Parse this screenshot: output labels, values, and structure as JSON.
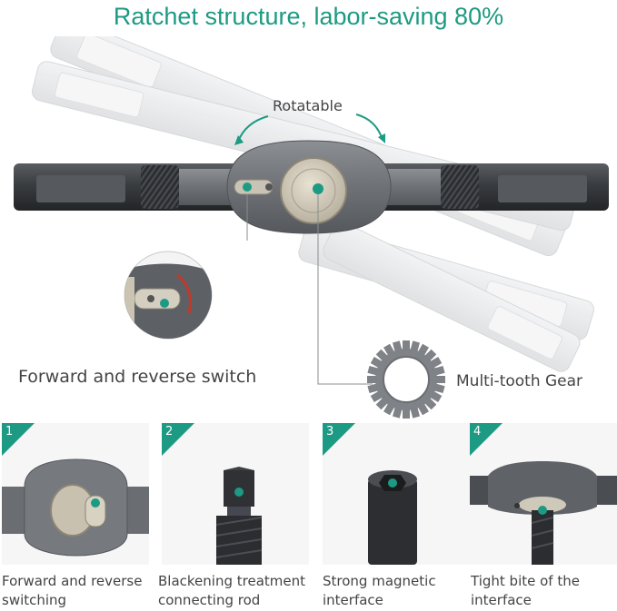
{
  "title": "Ratchet structure, labor-saving 80%",
  "labels": {
    "rotatable": "Rotatable",
    "forward_reverse_switch": "Forward and reverse switch",
    "multi_tooth_gear": "Multi-tooth Gear"
  },
  "features": [
    {
      "number": "1",
      "caption_line1": "Forward and reverse",
      "caption_line2": "switching"
    },
    {
      "number": "2",
      "caption_line1": "Blackening treatment",
      "caption_line2": "connecting rod"
    },
    {
      "number": "3",
      "caption_line1": "Strong magnetic",
      "caption_line2": "interface"
    },
    {
      "number": "4",
      "caption_line1": "Tight bite of the",
      "caption_line2": "interface"
    }
  ],
  "colors": {
    "accent": "#1d9a83",
    "handle_dark": "#3c3f42",
    "body_gray": "#6f7276",
    "ghost": "#e6e7e8",
    "text": "#444444"
  }
}
